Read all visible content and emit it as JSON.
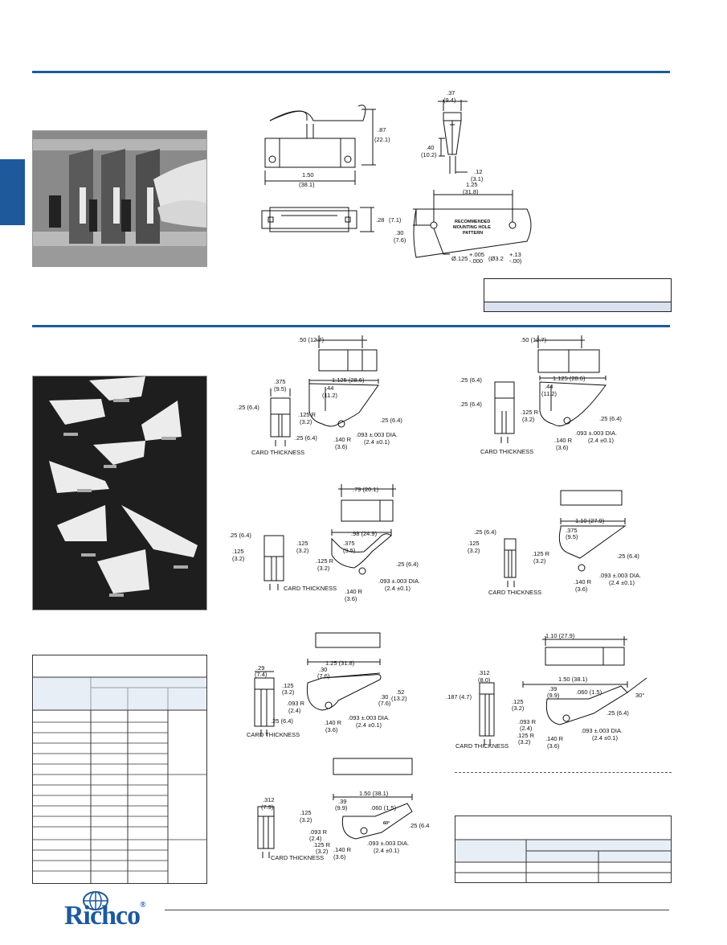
{
  "brand": {
    "logo_text": "Richco",
    "registered": "®"
  },
  "colors": {
    "accent": "#1e5a9b",
    "ink": "#111111"
  },
  "drawing1": {
    "front_height": ".87",
    "front_height_mm": "(22.1)",
    "front_width": "1.50",
    "front_width_mm": "(38.1)",
    "side_width": ".37",
    "side_width_mm": "(9.4)",
    "side_height": ".40",
    "side_height_mm": "(10.2)",
    "slot": ".12",
    "slot_mm": "(3.1)",
    "bottom_height": ".28",
    "bottom_height_mm": "(7.1)",
    "hole_spacing": "1.25",
    "hole_spacing_mm": "(31.8)",
    "hole_offset": ".30",
    "hole_offset_mm": "(7.6)",
    "pattern_line1": "RECOMMENDED",
    "pattern_line2": "MOUNTING HOLE",
    "pattern_line3": "PATTERN",
    "hole_dia": "Ø.125",
    "hole_tol_plus": "+.005",
    "hole_tol_minus": "-.000",
    "hole_dia_mm": "(Ø3.2",
    "hole_mm_plus": "+.13",
    "hole_mm_minus": "-.00)"
  },
  "guides": [
    {
      "top_width": ".50 (12.7)",
      "card_w": ".375",
      "card_w_mm": "(9.5)",
      "left_dim": ".25 (6.4)",
      "bottom_dim": ".25 (6.4)",
      "length": "1.125 (28.6)",
      "height": ".44",
      "height_mm": "(11.2)",
      "radius": ".125 R",
      "radius_mm": "(3.2)",
      "right_dim": ".25 (6.4)",
      "hole_r": ".140 R",
      "hole_r_mm": "(3.6)",
      "hole_dia": ".093 ±.003 DIA.",
      "hole_dia_mm": "(2.4 ±0.1)",
      "card_label": "CARD THICKNESS"
    },
    {
      "top_width": ".50 (12.7)",
      "left_dim1": ".25 (6.4)",
      "left_dim2": ".25 (6.4)",
      "length": "1.125 (28.6)",
      "height": ".44",
      "height_mm": "(11.2)",
      "radius": ".125 R",
      "radius_mm": "(3.2)",
      "right_dim": ".25 (6.4)",
      "hole_r": ".140 R",
      "hole_r_mm": "(3.6)",
      "hole_dia": ".093 ±.003 DIA.",
      "hole_dia_mm": "(2.4 ±0.1)",
      "card_label": "CARD THICKNESS"
    },
    {
      "top_width": ".79 (20.1)",
      "left_dim": ".25 (6.4)",
      "slot1": ".125",
      "slot1_mm": "(3.2)",
      "slot2": ".125",
      "slot2_mm": "(3.2)",
      "length": ".98 (24.9)",
      "card_w": ".375",
      "card_w_mm": "(9.5)",
      "radius": ".125 R",
      "radius_mm": "(3.2)",
      "right_dim": ".25 (6.4)",
      "hole_r": ".140 R",
      "hole_r_mm": "(3.6)",
      "hole_dia": ".093 ±.003 DIA.",
      "hole_dia_mm": "(2.4 ±0.1)",
      "card_label": "CARD THICKNESS"
    },
    {
      "left_dim": ".25 (6.4)",
      "slot": ".125",
      "slot_mm": "(3.2)",
      "length": "1.10 (27.9)",
      "card_w": ".375",
      "card_w_mm": "(9.5)",
      "radius": ".125 R",
      "radius_mm": "(3.2)",
      "right_dim": ".25 (6.4)",
      "hole_r": ".140 R",
      "hole_r_mm": "(3.6)",
      "hole_dia": ".093 ±.003 DIA.",
      "hole_dia_mm": "(2.4 ±0.1)",
      "card_label": "CARD THICKNESS"
    },
    {
      "side_w": ".29",
      "side_w_mm": "(7.4)",
      "length": "1.25 (31.8)",
      "h1": ".30",
      "h1_mm": "(7.6)",
      "slot": ".125",
      "slot_mm": "(3.2)",
      "radius": ".093 R",
      "radius_mm": "(2.4)",
      "tip_h": ".52",
      "tip_h_mm": "(13.2)",
      "tip2": ".30",
      "tip2_mm": "(7.6)",
      "bottom_dim": ".25 (6.4)",
      "hole_r": ".140 R",
      "hole_r_mm": "(3.6)",
      "hole_dia": ".093 ±.003 DIA.",
      "hole_dia_mm": "(2.4 ±0.1)",
      "card_label": "CARD THICKNESS"
    },
    {
      "top_width": "1.10 (27.9)",
      "side_w": ".312",
      "side_w_mm": "(8.0)",
      "side_h": ".187 (4.7)",
      "length": "1.50 (38.1)",
      "d1": ".39",
      "d1_mm": "(9.9)",
      "d2": ".060 (1.5)",
      "angle": "30°",
      "slot": ".125",
      "slot_mm": "(3.2)",
      "right_dim": ".25 (6.4)",
      "r1": ".093 R",
      "r1_mm": "(2.4)",
      "r2": ".125 R",
      "r2_mm": "(3.2)",
      "hole_r": ".140 R",
      "hole_r_mm": "(3.6)",
      "hole_dia": ".093 ±.003 DIA.",
      "hole_dia_mm": "(2.4 ±0.1)",
      "card_label": "CARD THICKNESS"
    },
    {
      "side_w": ".312",
      "side_w_mm": "(7.9)",
      "length": "1.50 (38.1)",
      "d1": ".39",
      "d1_mm": "(9.9)",
      "d2": ".060 (1.5)",
      "angle": "60°",
      "slot": ".125",
      "slot_mm": "(3.2)",
      "right_dim": ".25 (6.4",
      "r1": ".093 R",
      "r1_mm": "(2.4)",
      "r2": ".125 R",
      "r2_mm": "(3.2)",
      "hole_r": ".140 R",
      "hole_r_mm": "(3.6)",
      "hole_dia": ".093 ±.003 DIA.",
      "hole_dia_mm": "(2.4 ±0.1)",
      "card_label": "CARD THICKNESS"
    }
  ]
}
